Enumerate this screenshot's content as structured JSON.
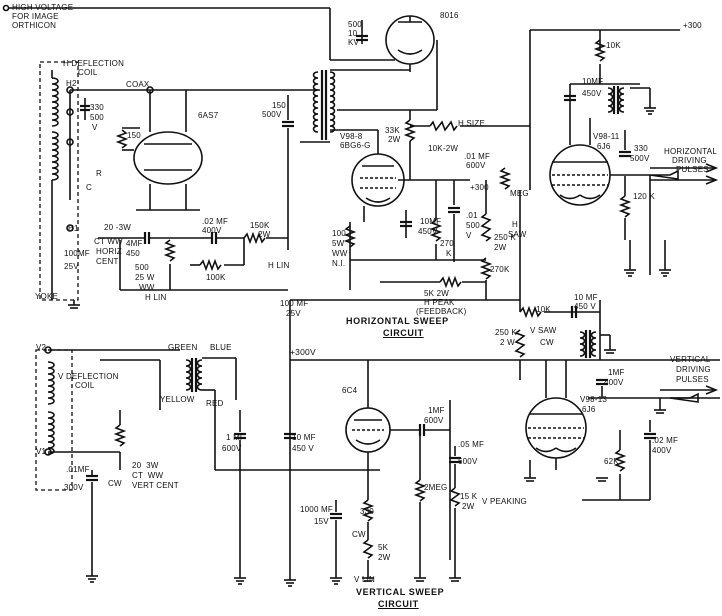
{
  "labels": {
    "hv_top": "HIGH VOLTAGE",
    "hv_mid": "FOR IMAGE",
    "hv_bot": "ORTHICON",
    "plus300_top": "+300",
    "h_defl_coil_1": "H DEFLECTION",
    "h_defl_coil_2": "COIL",
    "h2": "H2",
    "coax": "COAX",
    "c330_1": "330",
    "c330_2": "500",
    "c330_3": "V",
    "r150": "150",
    "tube_6as7": "6AS7",
    "c150_1": "150",
    "c150_2": "500V",
    "c500_1": "500",
    "c500_2": "10",
    "c500_3": "KV",
    "tube_8016": "8016",
    "v98_8_1": "V98-8",
    "v98_8_2": "6BG6-G",
    "r33k_1": "33K",
    "r33k_2": "2W",
    "hsize": "H SIZE",
    "r10k2w": "10K-2W",
    "c01mf_1": ".01 MF",
    "c01mf_2": "600V",
    "plus300_mid": "+300",
    "meg": "MEG",
    "r10k_top": "10K",
    "c10mf_1": "10MF",
    "c10mf_2": "450V",
    "v98_11_1": "V98-11",
    "v98_11_2": "6J6",
    "c330v_1": "330",
    "c330v_2": "500V",
    "hdp_1": "HORIZONTAL",
    "hdp_2": "DRIVING",
    "hdp_3": "PULSES",
    "r120k": "120 K",
    "c_label": "C",
    "r_label": "R",
    "h1": "H1",
    "r20_3w": "20 -3W",
    "ct_ww": "CT WW",
    "horiz": "HORIZ",
    "cent": "CENT",
    "c4mf_1": "4MF",
    "c4mf_2": "450",
    "c02mf_1": ".02 MF",
    "c02mf_2": "400V",
    "r150k_1": "150K",
    "r150k_2": "2W",
    "c10mf2_1": "10MF",
    "c10mf2_2": "450V",
    "c01_500_1": ".01",
    "c01_500_2": "500",
    "v_lbl": "V",
    "r100_1": "100",
    "r100_2": "5W",
    "r100_3": "WW",
    "r100_4": "N.I.",
    "r270k_a": "270",
    "r270k_b": "K",
    "hsaw_1": "H",
    "hsaw_2": "SAW",
    "r250k_1": "250 K",
    "r250k_2": "2W",
    "r270k": "270K",
    "c100mf_1": "100MF",
    "c100mf_2": "25V",
    "r500_1": "500",
    "r500_2": "25 W",
    "r500_3": "WW",
    "hlin_lower": "H LIN",
    "r100k": "100K",
    "hlin_r": "H LIN",
    "r5k_1": "5K 2W",
    "r5k_2": "H PEAK",
    "r5k_3": "(FEEDBACK)",
    "c100mf25_1": "100 MF",
    "c100mf25_2": "25V",
    "horizontal_sweep_1": "HORIZONTAL SWEEP",
    "horizontal_sweep_2": "CIRCUIT",
    "yoke": "YOKE",
    "r10k_v": "10K",
    "c10mf450_1": "10 MF",
    "c10mf450_2": "450 V",
    "r250k2w_1": "250 K",
    "r250k2w_2": "2 W",
    "vsaw": "V SAW",
    "cw_vsaw": "CW",
    "v2": "V2",
    "green": "GREEN",
    "blue": "BLUE",
    "plus300_v": "+300V",
    "v_defl_1": "V DEFLECTION",
    "v_defl_2": "COIL",
    "yellow_1": "YELLOW",
    "red": "RED",
    "tube_6c4": "6C4",
    "c1mf_1": "1 MF",
    "c1mf_2": "600V",
    "c1mf_a": "1MF",
    "c1mf_b": "600V",
    "c10mf_v_1": "10 MF",
    "c10mf_v_2": "450 V",
    "vdp_1": "VERTICAL",
    "vdp_2": "DRIVING",
    "vdp_3": "PULSES",
    "c1mf400_1": "1MF",
    "c1mf400_2": "400V",
    "v98_13_1": "V98-13",
    "v98_13_2": "6J6",
    "c02mf400_1": ".02 MF",
    "c02mf400_2": "400V",
    "r62k": "62K",
    "c05mf_1": ".05 MF",
    "c05mf_2": "600V",
    "r2meg": "2MEG",
    "r15k_1": "15 K",
    "r15k_2": "2W",
    "vpeaking": "V PEAKING",
    "c1000mf_1": "1000 MF",
    "c1000mf_2": "15V",
    "r330": "330",
    "cw_vlin": "CW",
    "r5kv_1": "5K",
    "r5kv_2": "2W",
    "vlin": "V LIN",
    "v1": "V1",
    "c01mf300_1": ".01MF",
    "c01mf300_2": "300V",
    "r20_3w_v": "20  3W",
    "ct_ww_v": "CT  WW",
    "vert_cent": "VERT CENT",
    "cw_vc": "CW",
    "vertical_sweep_1": "VERTICAL SWEEP",
    "vertical_sweep_2": "CIRCUIT"
  }
}
